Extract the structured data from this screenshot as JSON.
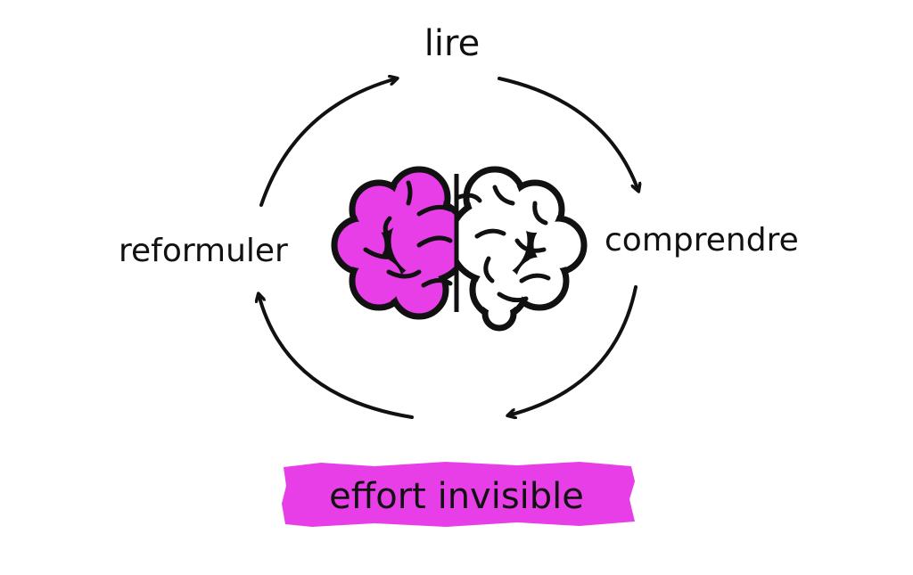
{
  "title": "lire → comprendre → reformuler cycle",
  "steps": {
    "top": "lire",
    "right": "comprendre",
    "left": "reformuler"
  },
  "highlight": "effort invisible",
  "colors": {
    "accent": "#e83ee8",
    "ink": "#111111"
  }
}
